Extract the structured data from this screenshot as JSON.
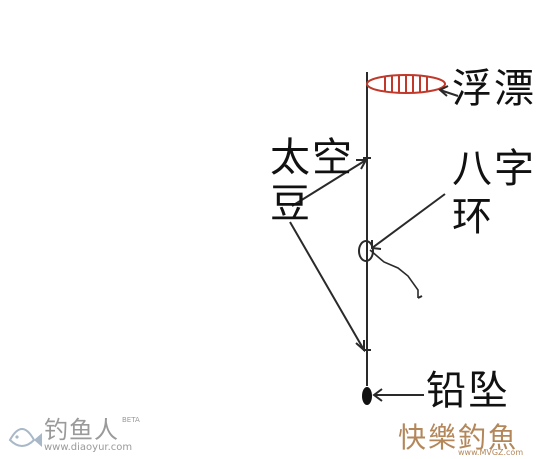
{
  "labels": {
    "float": "浮漂",
    "space_bean_line1": "太空",
    "space_bean_line2": "豆",
    "figure8_ring_line1": "八字",
    "figure8_ring_line2": "环",
    "sinker": "铅坠"
  },
  "watermarks": {
    "left_brand": "钓鱼人",
    "left_beta": "BETA",
    "left_url": "www.diaoyur.com",
    "right_brand": "快樂釣魚",
    "right_url": "www.MVGZ.com"
  },
  "colors": {
    "line": "#2a2a2a",
    "float": "#c0392b",
    "watermark_gray": "#9a9a9a",
    "watermark_brown": "#b3875a"
  }
}
